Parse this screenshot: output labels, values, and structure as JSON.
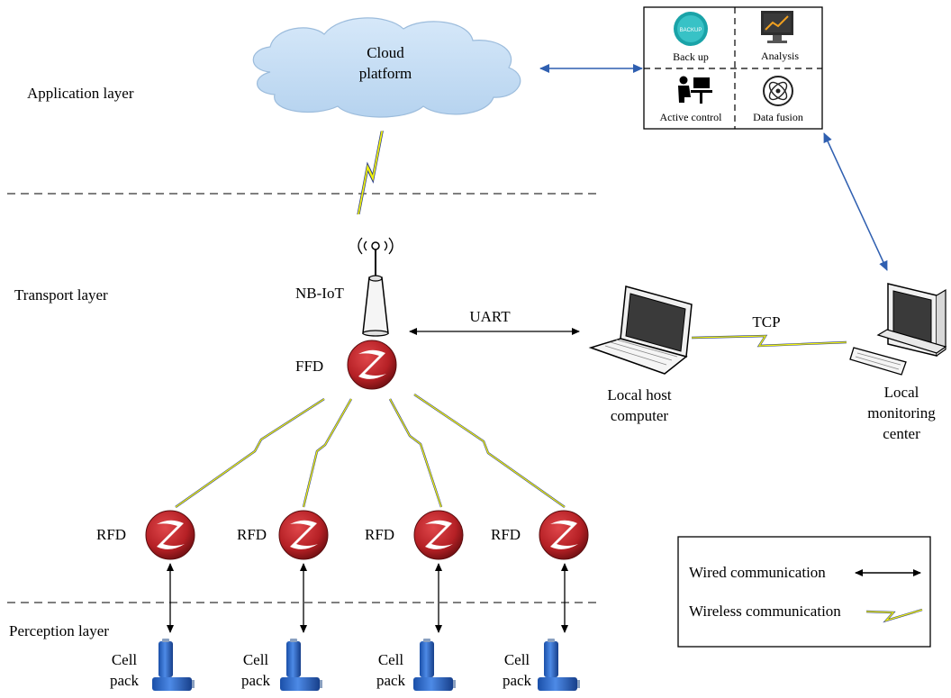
{
  "layers": {
    "application": "Application layer",
    "transport": "Transport layer",
    "perception": "Perception layer"
  },
  "cloud": {
    "line1": "Cloud",
    "line2": "platform"
  },
  "app_panel": {
    "backup": "Back up",
    "backup_icon_text": "BACKUP",
    "analysis": "Analysis",
    "active_control": "Active control",
    "data_fusion": "Data fusion"
  },
  "nb_iot": "NB-IoT",
  "ffd": "FFD",
  "uart": "UART",
  "tcp": "TCP",
  "host": {
    "line1": "Local host",
    "line2": "computer"
  },
  "monitor": {
    "line1": "Local",
    "line2": "monitoring",
    "line3": "center"
  },
  "rfd_nodes": [
    {
      "label": "RFD",
      "cell1": "Cell",
      "cell2": "pack"
    },
    {
      "label": "RFD",
      "cell1": "Cell",
      "cell2": "pack"
    },
    {
      "label": "RFD",
      "cell1": "Cell",
      "cell2": "pack"
    },
    {
      "label": "RFD",
      "cell1": "Cell",
      "cell2": "pack"
    }
  ],
  "legend": {
    "wired": "Wired communication",
    "wireless": "Wireless communication"
  },
  "colors": {
    "arrow_blue": "#2f5fb0",
    "cloud_fill": "#c7dff5",
    "zigbee_red": "#b52025",
    "bolt_yellow": "#f2f20a",
    "battery_blue": "#2a66c6"
  }
}
